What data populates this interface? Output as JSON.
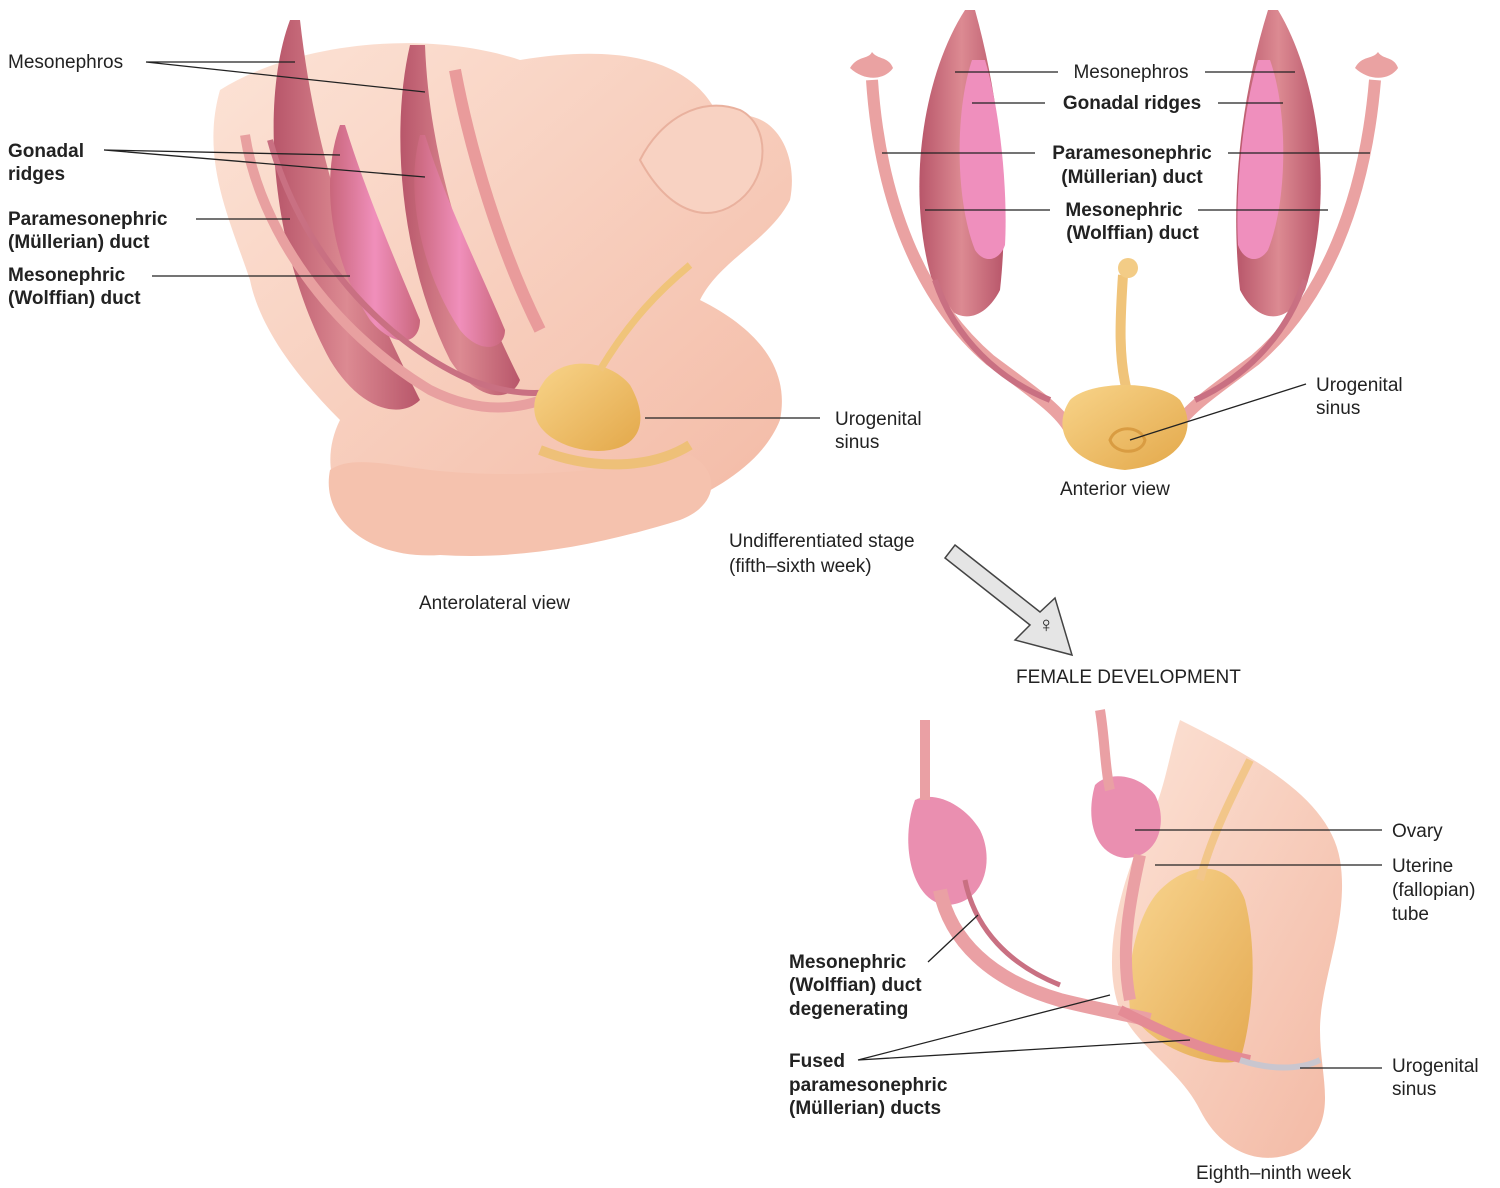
{
  "anterolateral": {
    "mesonephros": "Mesonephros",
    "gonadal_1": "Gonadal",
    "gonadal_2": "ridges",
    "paramesonephric_1": "Paramesonephric",
    "paramesonephric_2": "(Müllerian) duct",
    "mesonephric_1": "Mesonephric",
    "mesonephric_2": "(Wolffian) duct",
    "urogenital_1": "Urogenital",
    "urogenital_2": "sinus",
    "caption": "Anterolateral view"
  },
  "anterior": {
    "mesonephros": "Mesonephros",
    "gonadal": "Gonadal ridges",
    "paramesonephric_1": "Paramesonephric",
    "paramesonephric_2": "(Müllerian) duct",
    "mesonephric_1": "Mesonephric",
    "mesonephric_2": "(Wolffian) duct",
    "urogenital_1": "Urogenital",
    "urogenital_2": "sinus",
    "caption": "Anterior view"
  },
  "stage": {
    "line1": "Undifferentiated stage",
    "line2": "(fifth–sixth week)",
    "symbol": "♀",
    "heading": "FEMALE DEVELOPMENT"
  },
  "female": {
    "ovary": "Ovary",
    "uterine_1": "Uterine",
    "uterine_2": "(fallopian)",
    "uterine_3": "tube",
    "mesonephric_1": "Mesonephric",
    "mesonephric_2": "(Wolffian) duct",
    "mesonephric_3": "degenerating",
    "fused_1": "Fused",
    "fused_2": "paramesonephric",
    "fused_3": "(Müllerian) ducts",
    "urogenital_1": "Urogenital",
    "urogenital_2": "sinus",
    "caption": "Eighth–ninth week"
  },
  "colors": {
    "tissue": "#f7c9b8",
    "duct": "#e69a9a",
    "ridge": "#e77fb0",
    "sinus": "#f2c268",
    "leader": "#222222"
  }
}
